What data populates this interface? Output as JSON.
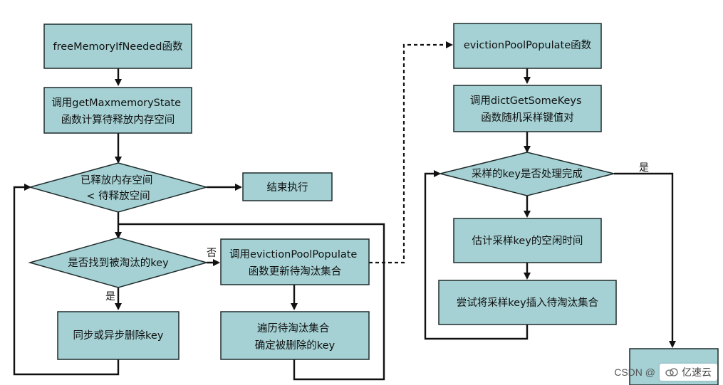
{
  "nodes": {
    "free_memory": [
      "freeMemoryIfNeeded函数"
    ],
    "get_maxmemory": [
      "调用getMaxmemoryState",
      "函数计算待释放内存空间"
    ],
    "released_check": [
      "已释放内存空间",
      "< 待释放空间"
    ],
    "end_exec": [
      "结束执行"
    ],
    "found_key_check": [
      "是否找到被淘汰的key"
    ],
    "sync_async_delete": [
      "同步或异步删除key"
    ],
    "call_eviction_pool": [
      "调用evictionPoolPopulate",
      "函数更新待淘汰集合"
    ],
    "traverse_pool": [
      "遍历待淘汰集合",
      "确定被删除的key"
    ],
    "eviction_pool_populate": [
      "evictionPoolPopulate函数"
    ],
    "call_dict_get_some_keys": [
      "调用dictGetSomeKeys",
      "函数随机采样键值对"
    ],
    "sample_done_check": [
      "采样的key是否处理完成"
    ],
    "estimate_idle": [
      "估计采样key的空闲时间"
    ],
    "insert_pool": [
      "尝试将采样key插入待淘汰集合"
    ]
  },
  "edge_labels": {
    "yes_found": "是",
    "no_found": "否",
    "yes_done": "是"
  },
  "watermark": {
    "csdn": "CSDN @",
    "brand": "亿速云"
  },
  "colors": {
    "node_fill": "#a5d1d4",
    "node_stroke": "#1f2b2b",
    "line": "#111111"
  }
}
